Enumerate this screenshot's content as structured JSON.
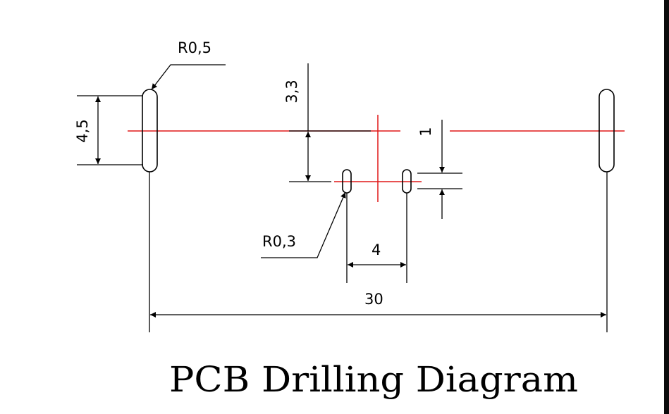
{
  "title": "PCB Drilling Diagram",
  "labels": {
    "radius_large": "R0,5",
    "radius_small": "R0,3",
    "height_slot": "4,5",
    "offset_vertical": "3,3",
    "offset_small": "1",
    "spacing_small": "4",
    "spacing_total": "30"
  },
  "colors": {
    "centerline": "#e01818",
    "outline": "#000000",
    "background": "#ffffff"
  }
}
